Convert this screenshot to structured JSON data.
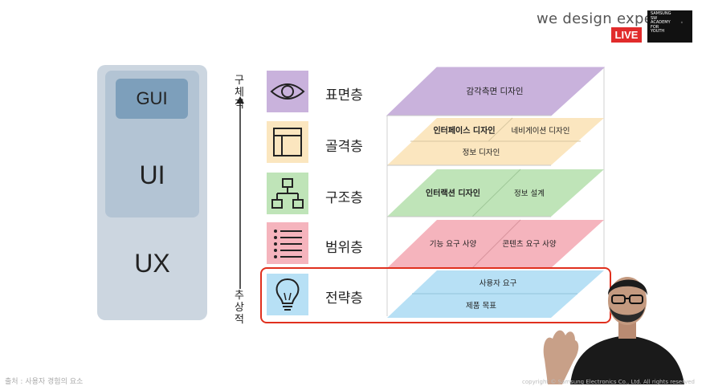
{
  "header": {
    "tagline": "we design experi",
    "tagline_dot": ".",
    "logo_text": "SAMSUNG\nSW\nACADEMY\nFOR\nYOUTH",
    "live_badge": "LIVE"
  },
  "nested_boxes": {
    "inner": "GUI",
    "middle": "UI",
    "outer": "UX"
  },
  "axis": {
    "top_label": "구체\n적",
    "bottom_label": "추상\n적"
  },
  "layers": [
    {
      "label": "표면층",
      "icon": "eye-icon",
      "color": "#c9b2dc"
    },
    {
      "label": "골격층",
      "icon": "wireframe-layout-icon",
      "color": "#fbe6bf"
    },
    {
      "label": "구조층",
      "icon": "hierarchy-tree-icon",
      "color": "#bfe4b8"
    },
    {
      "label": "범위층",
      "icon": "list-icon",
      "color": "#f5b4bd"
    },
    {
      "label": "전략층",
      "icon": "lightbulb-icon",
      "color": "#b7e0f5"
    }
  ],
  "planes": {
    "surface": {
      "main": "감각측면 디자인"
    },
    "skeleton": {
      "left": "인터페이스 디자인",
      "right": "네비게이션 디자인",
      "bottom": "정보 디자인"
    },
    "structure": {
      "left": "인터랙션 디자인",
      "right": "정보 설계"
    },
    "scope": {
      "left": "기능 요구 사양",
      "right": "콘텐츠 요구 사양"
    },
    "strategy": {
      "top": "사용자 요구",
      "bottom": "제품 목표"
    }
  },
  "footer": {
    "left": "출처 : 사용자 경험의 요소",
    "right": "copyright © Samsung Electronics Co., Ltd. All rights reserved"
  }
}
